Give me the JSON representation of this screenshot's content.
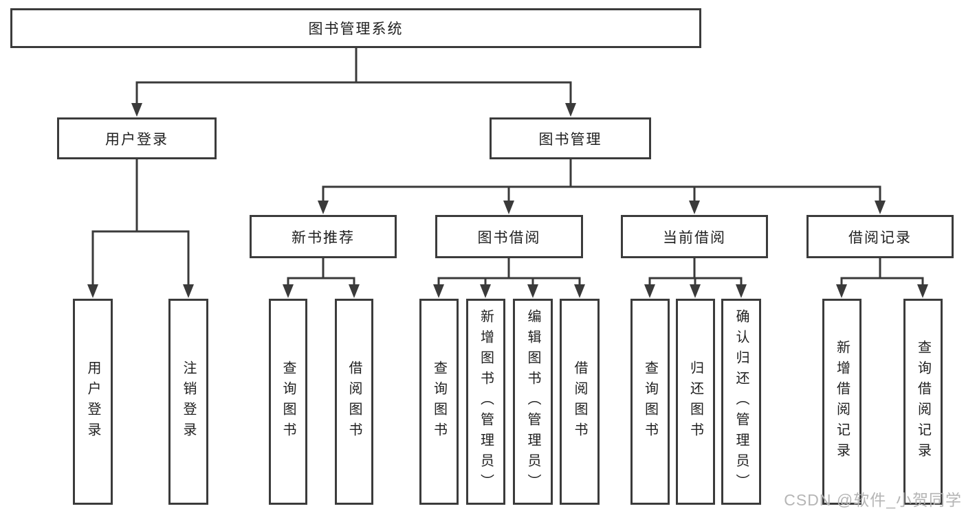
{
  "diagram": {
    "type": "hierarchy-tree",
    "tree": {
      "root": {
        "label": "图书管理系统"
      },
      "branches": [
        {
          "label": "用户登录",
          "leaves": [
            "用户登录",
            "注销登录"
          ]
        },
        {
          "label": "图书管理",
          "groups": [
            {
              "label": "新书推荐",
              "leaves": [
                "查询图书",
                "借阅图书"
              ]
            },
            {
              "label": "图书借阅",
              "leaves": [
                "查询图书",
                "新增图书（管理员）",
                "编辑图书（管理员）",
                "借阅图书"
              ]
            },
            {
              "label": "当前借阅",
              "leaves": [
                "查询图书",
                "归还图书",
                "确认归还（管理员）"
              ]
            },
            {
              "label": "借阅记录",
              "leaves": [
                "新增借阅记录",
                "查询借阅记录"
              ]
            }
          ]
        }
      ]
    },
    "colors": {
      "line": "#3a3a3a",
      "box_border": "#3b3b3b",
      "text": "#1f1f1f",
      "background": "#ffffff",
      "watermark": "#b5b5b5"
    }
  },
  "watermark": {
    "text": "CSDN @软件_小贺同学"
  }
}
